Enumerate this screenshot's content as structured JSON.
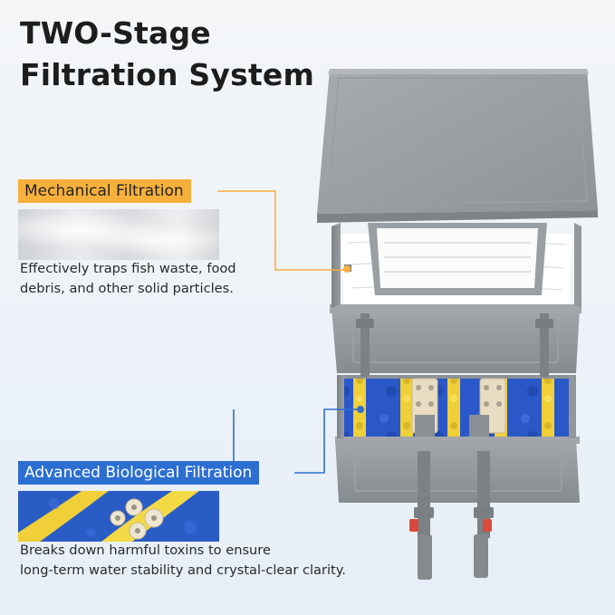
{
  "title": {
    "line1": "TWO-Stage",
    "line2": "Filtration System"
  },
  "mechanical": {
    "label": "Mechanical Filtration",
    "desc_line1": "Effectively traps fish waste, food",
    "desc_line2": "debris, and other solid particles."
  },
  "biological": {
    "label": "Advanced Biological Filtration",
    "desc_line1": "Breaks down harmful toxins to ensure",
    "desc_line2": "long-term water stability and crystal-clear clarity."
  },
  "colors": {
    "accent_orange": "#f7b03c",
    "accent_blue": "#2d6fd1",
    "box_gray": "#8f9498",
    "foam_yellow": "#f2d33a",
    "foam_blue": "#2a58c8"
  },
  "icons": [
    "filter-box-illustration",
    "filter-wool-swatch",
    "bio-media-swatch"
  ]
}
